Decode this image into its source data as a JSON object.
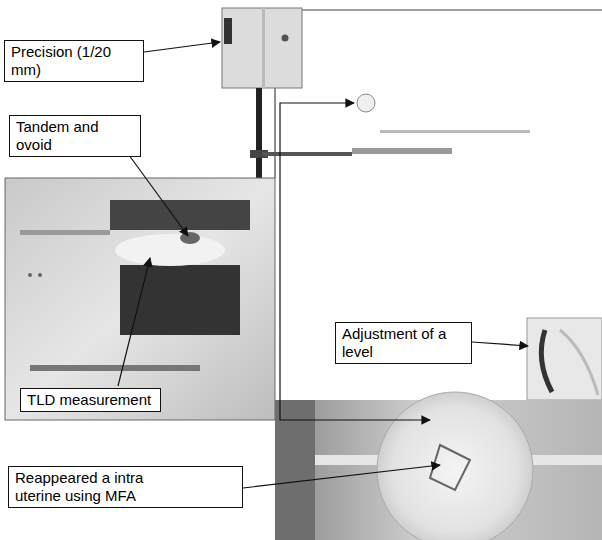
{
  "diagram": {
    "nodes": [
      {
        "text": [
          "Precision (1/20 mm)"
        ]
      },
      {
        "text": [
          "Tandem and ovoid"
        ]
      },
      {
        "text": [
          "Adjustment of a level"
        ]
      },
      {
        "text": [
          "TLD measurement"
        ]
      },
      {
        "text": [
          "Reappeared a intra uterine using MFA"
        ]
      }
    ]
  }
}
